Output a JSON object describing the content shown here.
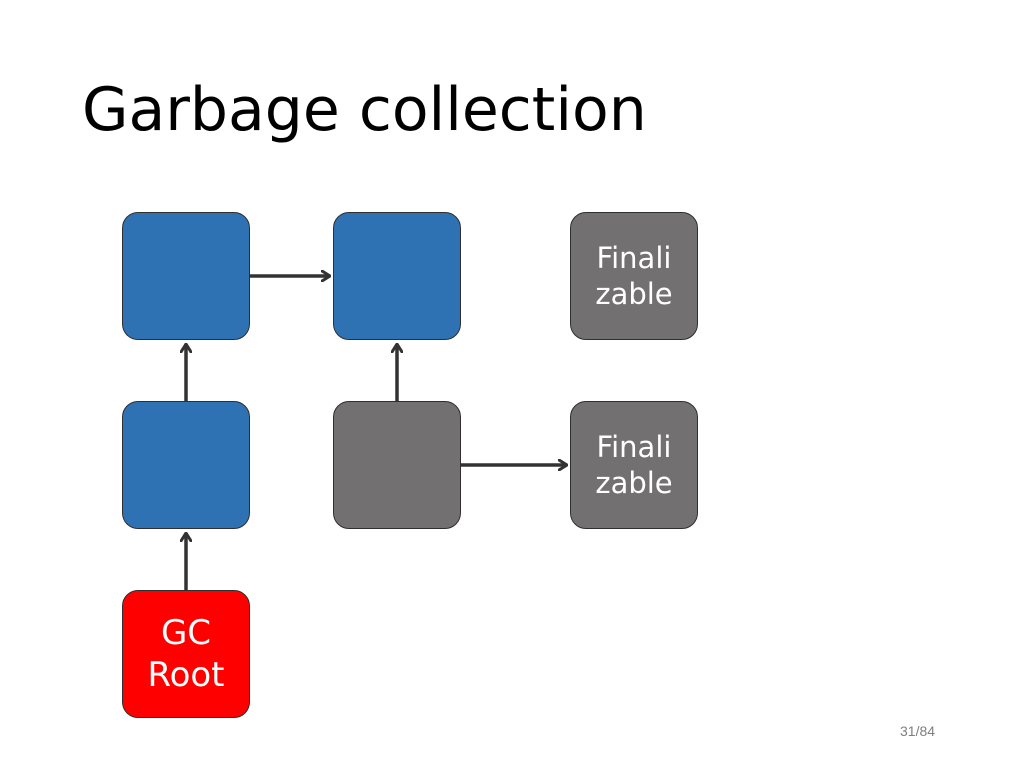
{
  "slide": {
    "title": "Garbage collection",
    "page_number": "31/84"
  },
  "nodes": {
    "object_a": {
      "label": "",
      "state": "reachable",
      "color": "#2e72b4"
    },
    "object_b": {
      "label": "",
      "state": "reachable",
      "color": "#2e72b4"
    },
    "object_c": {
      "label": "",
      "state": "reachable",
      "color": "#2e72b4"
    },
    "object_d": {
      "label": "",
      "state": "unreachable",
      "color": "#727070"
    },
    "finalizable_1": {
      "label": "Finali\nzable",
      "state": "unreachable",
      "color": "#727070"
    },
    "finalizable_2": {
      "label": "Finali\nzable",
      "state": "unreachable",
      "color": "#727070"
    },
    "gc_root": {
      "label": "GC\nRoot",
      "state": "root",
      "color": "#ff0000"
    }
  },
  "edges": [
    {
      "from": "gc_root",
      "to": "object_c"
    },
    {
      "from": "object_c",
      "to": "object_a"
    },
    {
      "from": "object_a",
      "to": "object_b"
    },
    {
      "from": "object_d",
      "to": "object_b"
    },
    {
      "from": "object_d",
      "to": "finalizable_2"
    }
  ]
}
